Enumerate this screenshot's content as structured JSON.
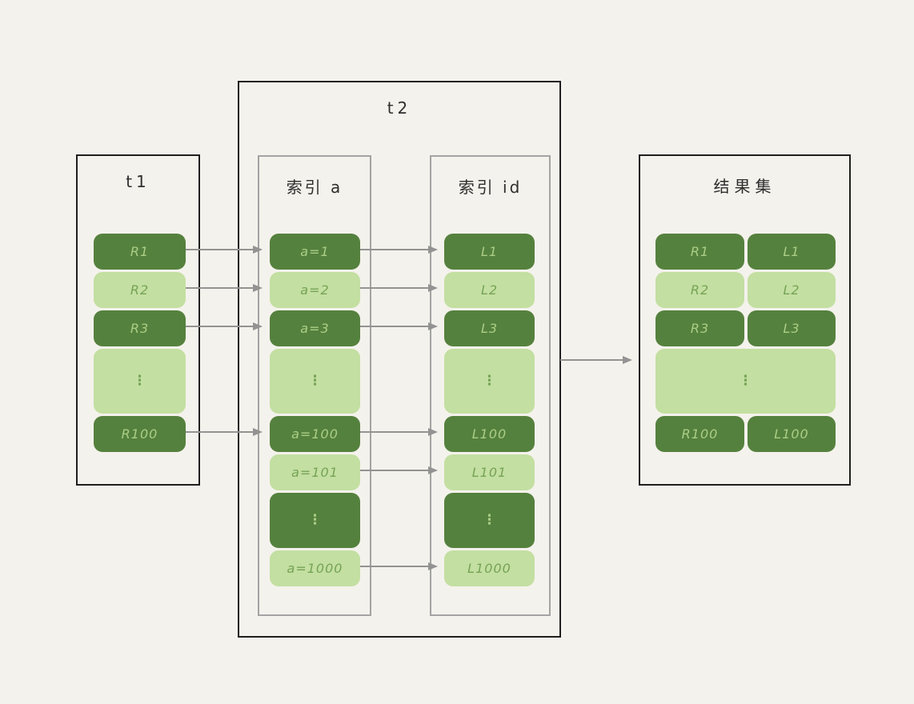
{
  "diagram": {
    "background_color": "#f4f2ec",
    "colors": {
      "dark_green": "#55813e",
      "light_green": "#c3dfa1",
      "text_on_dark": "#abce86",
      "text_on_light": "#76a356",
      "arrow_gray": "#939393",
      "outer_border": "#1f1f1f",
      "inner_border": "#a3a3a3"
    },
    "t1": {
      "title": "t1",
      "rows": [
        {
          "label": "R1",
          "tone": "dark"
        },
        {
          "label": "R2",
          "tone": "light"
        },
        {
          "label": "R3",
          "tone": "dark"
        },
        {
          "label": "⋮",
          "tone": "light"
        },
        {
          "label": "R100",
          "tone": "dark"
        }
      ]
    },
    "t2": {
      "title": "t2",
      "index_a": {
        "title": "索引 a",
        "rows": [
          {
            "label": "a=1",
            "tone": "dark"
          },
          {
            "label": "a=2",
            "tone": "light"
          },
          {
            "label": "a=3",
            "tone": "dark"
          },
          {
            "label": "⋮",
            "tone": "light"
          },
          {
            "label": "a=100",
            "tone": "dark"
          },
          {
            "label": "a=101",
            "tone": "light"
          },
          {
            "label": "⋮",
            "tone": "dark"
          },
          {
            "label": "a=1000",
            "tone": "light"
          }
        ]
      },
      "index_id": {
        "title": "索引 id",
        "rows": [
          {
            "label": "L1",
            "tone": "dark"
          },
          {
            "label": "L2",
            "tone": "light"
          },
          {
            "label": "L3",
            "tone": "dark"
          },
          {
            "label": "⋮",
            "tone": "light"
          },
          {
            "label": "L100",
            "tone": "dark"
          },
          {
            "label": "L101",
            "tone": "light"
          },
          {
            "label": "⋮",
            "tone": "dark"
          },
          {
            "label": "L1000",
            "tone": "light"
          }
        ]
      }
    },
    "result": {
      "title": "结果集",
      "rows": [
        {
          "left": "R1",
          "right": "L1",
          "tone": "dark"
        },
        {
          "left": "R2",
          "right": "L2",
          "tone": "light"
        },
        {
          "left": "R3",
          "right": "L3",
          "tone": "dark"
        },
        {
          "label": "⋮",
          "tone": "light"
        },
        {
          "left": "R100",
          "right": "L100",
          "tone": "dark"
        }
      ]
    }
  }
}
